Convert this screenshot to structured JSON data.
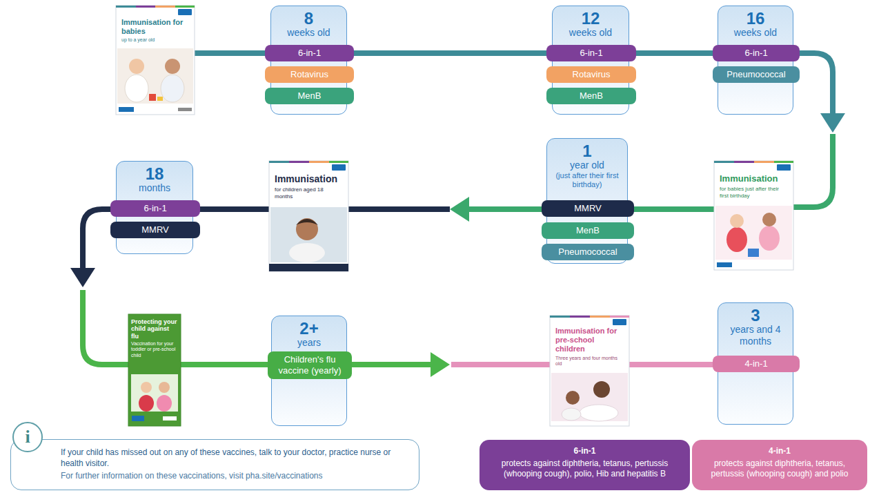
{
  "diagram": {
    "nodes": [
      {
        "text": [
          "Immunisation for babies",
          "up to a year old"
        ]
      },
      {
        "text": [
          "8",
          "weeks old"
        ]
      },
      {
        "text": [
          "6-in-1"
        ],
        "in": 1
      },
      {
        "text": [
          "Rotavirus"
        ],
        "in": 1
      },
      {
        "text": [
          "MenB"
        ],
        "in": 1
      },
      {
        "text": [
          "12",
          "weeks old"
        ]
      },
      {
        "text": [
          "6-in-1"
        ],
        "in": 5
      },
      {
        "text": [
          "Rotavirus"
        ],
        "in": 5
      },
      {
        "text": [
          "MenB"
        ],
        "in": 5
      },
      {
        "text": [
          "16",
          "weeks old"
        ]
      },
      {
        "text": [
          "6-in-1"
        ],
        "in": 9
      },
      {
        "text": [
          "Pneumococcal"
        ],
        "in": 9
      },
      {
        "text": [
          "Immunisation",
          "for babies just after their first birthday"
        ]
      },
      {
        "text": [
          "1",
          "year old",
          "(just after their first birthday)"
        ]
      },
      {
        "text": [
          "MMRV"
        ],
        "in": 13
      },
      {
        "text": [
          "MenB"
        ],
        "in": 13
      },
      {
        "text": [
          "Pneumococcal"
        ],
        "in": 13
      },
      {
        "text": [
          "Immunisation",
          "for children aged 18 months"
        ]
      },
      {
        "text": [
          "18",
          "months"
        ]
      },
      {
        "text": [
          "6-in-1"
        ],
        "in": 18
      },
      {
        "text": [
          "MMRV"
        ],
        "in": 18
      },
      {
        "text": [
          "Protecting your child against flu",
          "Vaccination for your toddler or pre-school child"
        ]
      },
      {
        "text": [
          "2+",
          "years"
        ]
      },
      {
        "text": [
          "Children's flu vaccine (yearly)"
        ],
        "in": 22
      },
      {
        "text": [
          "Immunisation for pre-school children",
          "Three years and four months old"
        ]
      },
      {
        "text": [
          "3",
          "years and 4 months"
        ]
      },
      {
        "text": [
          "4-in-1"
        ],
        "in": 25
      },
      {
        "text": [
          "If your child has missed out on any of these vaccines, talk to your doctor, practice nurse or health visitor.",
          "For further information on these vaccinations, visit pha.site/vaccinations"
        ]
      },
      {
        "text": [
          "i"
        ]
      },
      {
        "text": [
          "6-in-1",
          "protects against diphtheria, tetanus, pertussis (whooping cough), polio, Hib and hepatitis B"
        ]
      },
      {
        "text": [
          "4-in-1",
          "protects against diphtheria, tetanus, pertussis (whooping cough) and polio"
        ]
      }
    ],
    "edges": [
      {
        "from": 0,
        "to": 1,
        "arrow": "none"
      },
      {
        "from": 1,
        "to": 5,
        "arrow": "none"
      },
      {
        "from": 5,
        "to": 9,
        "arrow": "none"
      },
      {
        "from": 9,
        "to": 12,
        "arrow": "to"
      },
      {
        "from": 12,
        "to": 13,
        "arrow": "none"
      },
      {
        "from": 13,
        "to": 17,
        "arrow": "to"
      },
      {
        "from": 17,
        "to": 18,
        "arrow": "none"
      },
      {
        "from": 18,
        "to": 21,
        "arrow": "to"
      },
      {
        "from": 21,
        "to": 22,
        "arrow": "none"
      },
      {
        "from": 22,
        "to": 24,
        "arrow": "to"
      },
      {
        "from": 24,
        "to": 25,
        "arrow": "none"
      }
    ]
  }
}
